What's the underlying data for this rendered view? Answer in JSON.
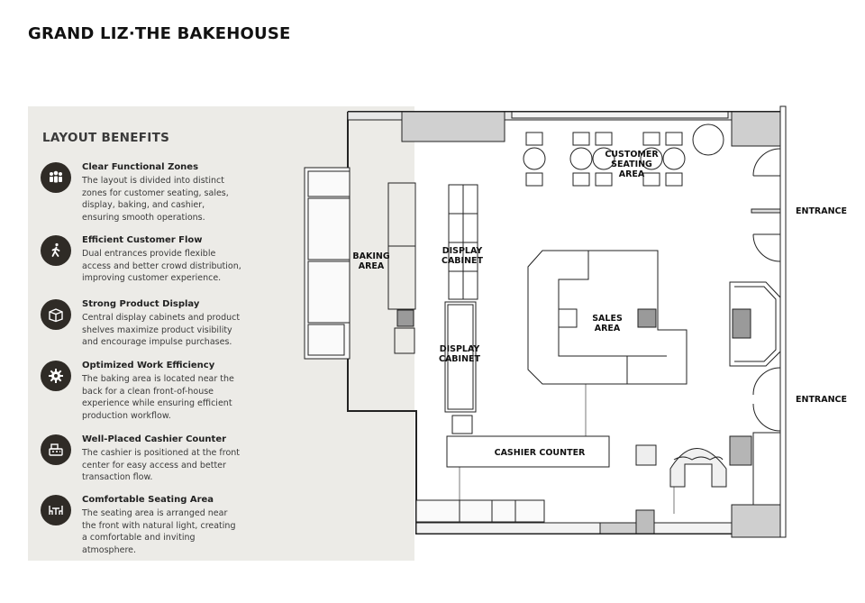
{
  "title": "GRAND LIZ·THE BAKEHOUSE",
  "panel": {
    "heading": "LAYOUT BENEFITS",
    "benefits": [
      {
        "icon": "people-icon",
        "title": "Clear Functional Zones",
        "desc": "The layout is divided into distinct zones for customer seating, sales, display, baking, and cashier, ensuring smooth operations."
      },
      {
        "icon": "walking-person-icon",
        "title": "Efficient Customer Flow",
        "desc": "Dual entrances provide flexible access and better crowd distribution, improving customer experience."
      },
      {
        "icon": "display-box-icon",
        "title": "Strong Product Display",
        "desc": "Central display cabinets and product shelves maximize product visibility and encourage impulse purchases."
      },
      {
        "icon": "gear-icon",
        "title": "Optimized Work Efficiency",
        "desc": "The baking area is located near the back for a clean front-of-house experience while ensuring efficient production workflow."
      },
      {
        "icon": "cash-register-icon",
        "title": "Well-Placed Cashier Counter",
        "desc": "The cashier is positioned at the front center for easy access and better transaction flow."
      },
      {
        "icon": "table-chairs-icon",
        "title": "Comfortable Seating Area",
        "desc": "The seating area is arranged near the front with natural light, creating a comfortable and inviting atmosphere."
      }
    ]
  },
  "plan": {
    "customer_seating": [
      "CUSTOMER",
      "SEATING",
      "AREA"
    ],
    "baking_area": [
      "BAKING",
      "AREA"
    ],
    "display_cabinet_1": [
      "DISPLAY",
      "CABINET"
    ],
    "display_cabinet_2": [
      "DISPLAY",
      "CABINET"
    ],
    "sales_area": [
      "SALES",
      "AREA"
    ],
    "cashier_counter": "CASHIER COUNTER",
    "entrance_top": "ENTRANCE",
    "entrance_bottom": "ENTRANCE"
  }
}
